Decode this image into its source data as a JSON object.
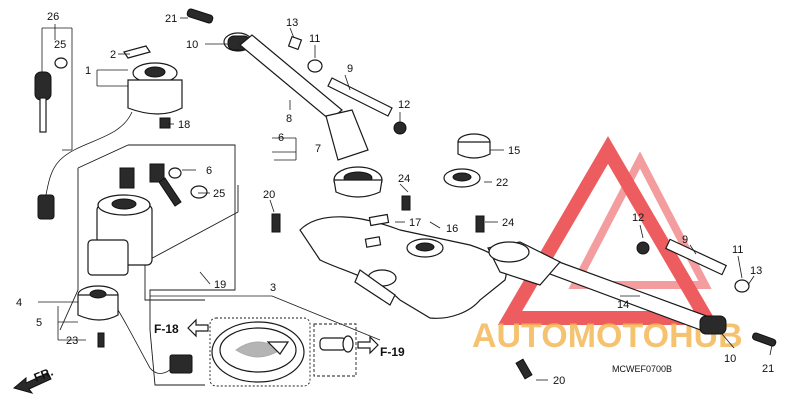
{
  "diagram": {
    "callouts": [
      {
        "id": "c26",
        "label": "26"
      },
      {
        "id": "c25a",
        "label": "25"
      },
      {
        "id": "c2",
        "label": "2"
      },
      {
        "id": "c1",
        "label": "1"
      },
      {
        "id": "c18",
        "label": "18"
      },
      {
        "id": "c21a",
        "label": "21"
      },
      {
        "id": "c10a",
        "label": "10"
      },
      {
        "id": "c13a",
        "label": "13"
      },
      {
        "id": "c11a",
        "label": "11"
      },
      {
        "id": "c9a",
        "label": "9"
      },
      {
        "id": "c8",
        "label": "8"
      },
      {
        "id": "c12a",
        "label": "12"
      },
      {
        "id": "c6a",
        "label": "6"
      },
      {
        "id": "c7",
        "label": "7"
      },
      {
        "id": "c6b",
        "label": "6"
      },
      {
        "id": "c25b",
        "label": "25"
      },
      {
        "id": "c15",
        "label": "15"
      },
      {
        "id": "c22",
        "label": "22"
      },
      {
        "id": "c24a",
        "label": "24"
      },
      {
        "id": "c20a",
        "label": "20"
      },
      {
        "id": "c17",
        "label": "17"
      },
      {
        "id": "c16",
        "label": "16"
      },
      {
        "id": "c24b",
        "label": "24"
      },
      {
        "id": "c12b",
        "label": "12"
      },
      {
        "id": "c9b",
        "label": "9"
      },
      {
        "id": "c11b",
        "label": "11"
      },
      {
        "id": "c13b",
        "label": "13"
      },
      {
        "id": "c19",
        "label": "19"
      },
      {
        "id": "c3",
        "label": "3"
      },
      {
        "id": "c4",
        "label": "4"
      },
      {
        "id": "c5",
        "label": "5"
      },
      {
        "id": "c23",
        "label": "23"
      },
      {
        "id": "c14",
        "label": "14"
      },
      {
        "id": "c10b",
        "label": "10"
      },
      {
        "id": "c21b",
        "label": "21"
      },
      {
        "id": "c20b",
        "label": "20"
      }
    ],
    "refs": {
      "f18": "F-18",
      "f19": "F-19",
      "fr": "FR."
    },
    "diagram_code": "MCWEF0700B",
    "watermark": "AUTOMOTOHUB"
  },
  "colors": {
    "line": "#1a1a1a",
    "watermark_red": "#e8262a",
    "watermark_orange": "#f0a020",
    "watermark_grey": "#6e6e6e"
  }
}
